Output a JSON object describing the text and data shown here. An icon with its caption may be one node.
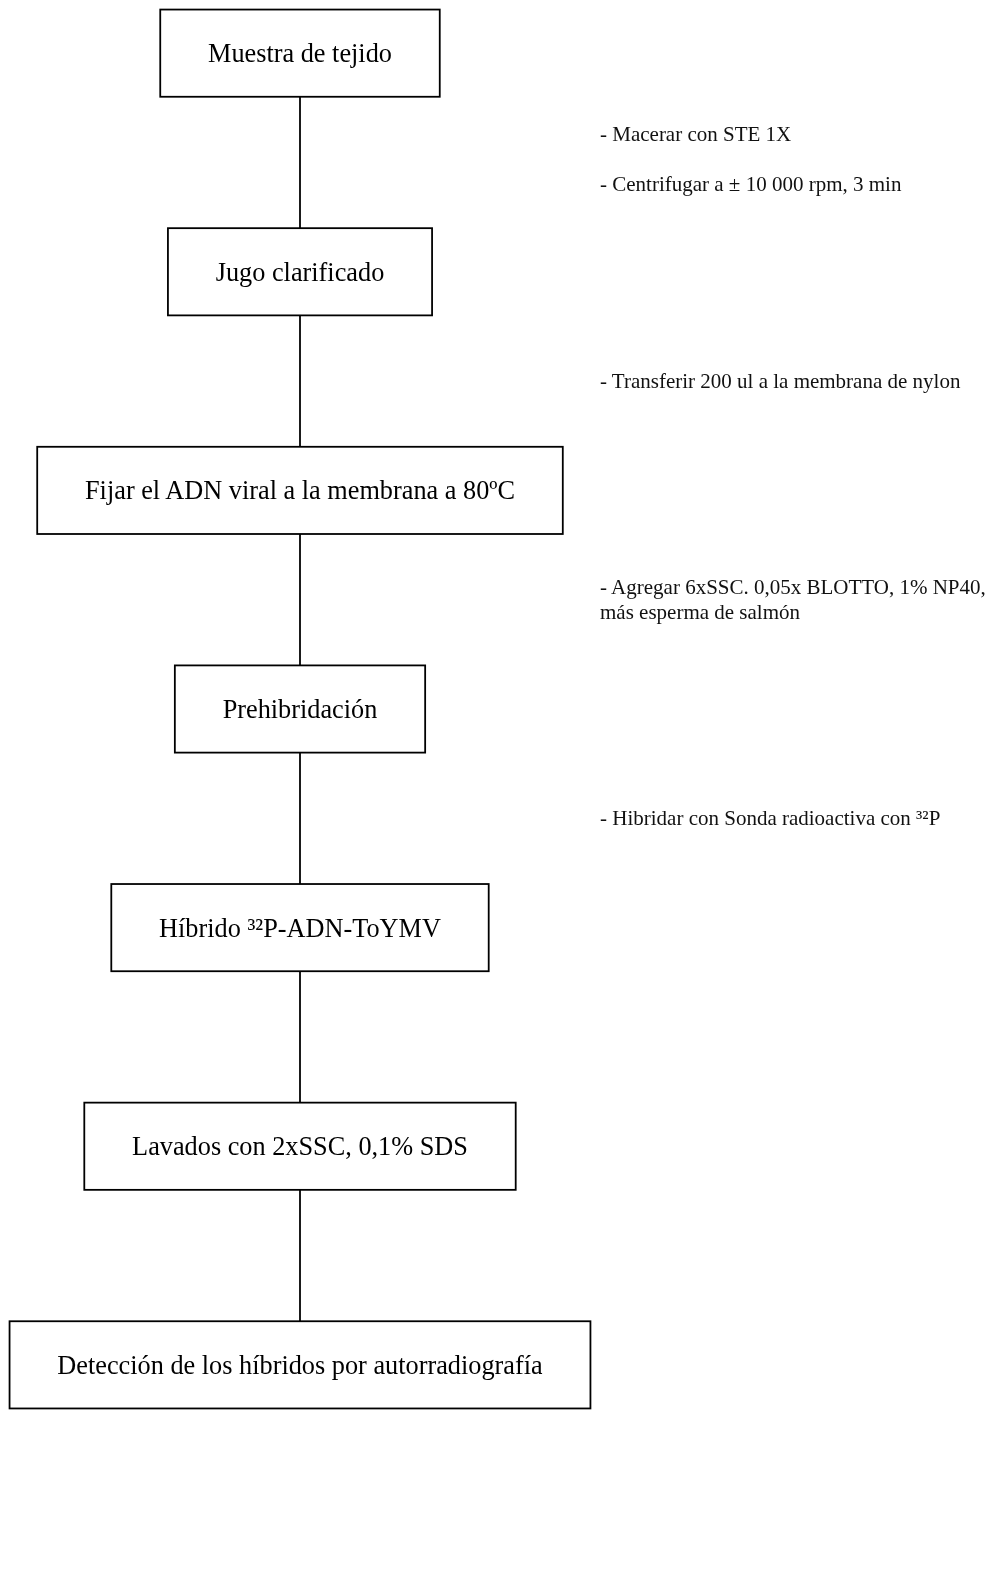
{
  "diagram": {
    "nodes": [
      {
        "text": [
          "Muestra de tejido"
        ]
      },
      {
        "text": [
          "Jugo clarificado"
        ]
      },
      {
        "text": [
          "Fijar el ADN viral a la membrana a 80ºC"
        ]
      },
      {
        "text": [
          "Prehibridación"
        ]
      },
      {
        "text": [
          "Híbrido ³²P-ADN-ToYMV"
        ]
      },
      {
        "text": [
          "Lavados con 2xSSC, 0,1% SDS"
        ]
      },
      {
        "text": [
          "Detección de los híbridos por autorradiografía"
        ]
      }
    ],
    "edges": [
      {
        "from": 0,
        "to": 1,
        "arrow": "none"
      },
      {
        "from": 1,
        "to": 2,
        "arrow": "none"
      },
      {
        "from": 2,
        "to": 3,
        "arrow": "none"
      },
      {
        "from": 3,
        "to": 4,
        "arrow": "none"
      },
      {
        "from": 4,
        "to": 5,
        "arrow": "none"
      },
      {
        "from": 5,
        "to": 6,
        "arrow": "none"
      }
    ],
    "labels": [
      "- Macerar con STE 1X",
      "- Centrifugar a ± 10 000 rpm, 3 min",
      "- Transferir 200 ul a la membrana de nylon",
      "- Agregar 6xSSC. 0,05x BLOTTO, 1% NP40, más esperma de salmón",
      "- Hibridar con Sonda radioactiva con ³²P"
    ]
  }
}
